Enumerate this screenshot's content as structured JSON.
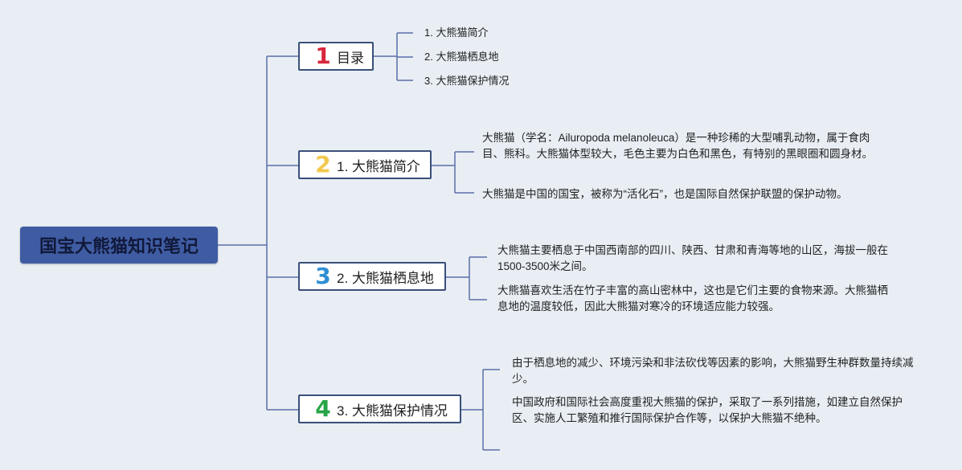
{
  "root": {
    "title": "国宝大熊猫知识笔记"
  },
  "topics": [
    {
      "number": "1",
      "label": "目录",
      "children": [
        "1. 大熊猫简介",
        "2. 大熊猫栖息地",
        "3. 大熊猫保护情况"
      ]
    },
    {
      "number": "2",
      "label": "1. 大熊猫简介",
      "children": [
        "大熊猫（学名：Ailuropoda melanoleuca）是一种珍稀的大型哺乳动物，属于食肉目、熊科。大熊猫体型较大，毛色主要为白色和黑色，有特别的黑眼圈和圆身材。",
        "大熊猫是中国的国宝，被称为“活化石”，也是国际自然保护联盟的保护动物。"
      ]
    },
    {
      "number": "3",
      "label": "2. 大熊猫栖息地",
      "children": [
        "大熊猫主要栖息于中国西南部的四川、陕西、甘肃和青海等地的山区，海拔一般在1500-3500米之间。",
        "大熊猫喜欢生活在竹子丰富的高山密林中，这也是它们主要的食物来源。大熊猫栖息地的温度较低，因此大熊猫对寒冷的环境适应能力较强。"
      ]
    },
    {
      "number": "4",
      "label": "3. 大熊猫保护情况",
      "children": [
        "由于栖息地的减少、环境污染和非法砍伐等因素的影响，大熊猫野生种群数量持续减少。",
        "中国政府和国际社会高度重视大熊猫的保护，采取了一系列措施，如建立自然保护区、实施人工繁殖和推行国际保护合作等，以保护大熊猫不绝种。"
      ]
    }
  ],
  "colors": {
    "background": "#e8eef4",
    "root_fill": "#3f5ca3",
    "connector": "#5b6fa8",
    "badge_1": "#d7263d",
    "badge_2": "#f2c94c",
    "badge_3": "#2d8fd5",
    "badge_4": "#27a546"
  }
}
